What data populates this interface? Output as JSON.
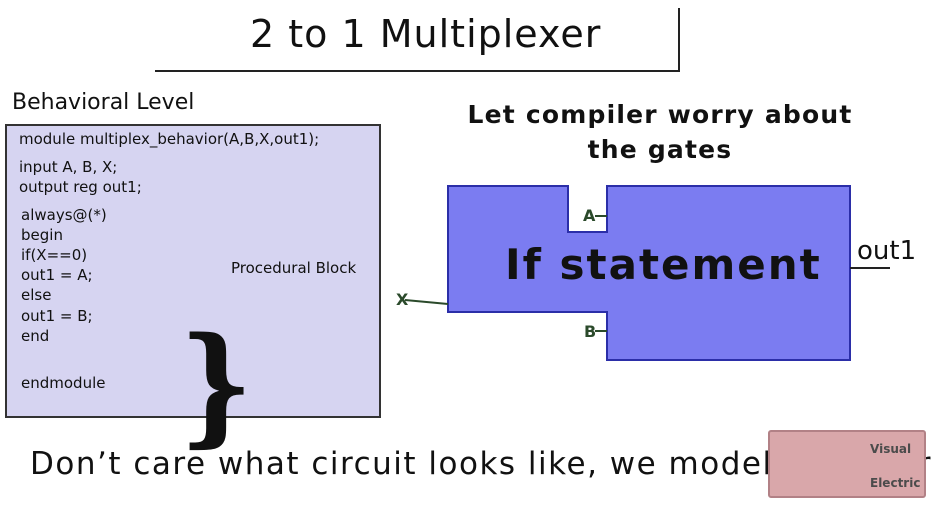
{
  "title": "2 to 1 Multiplexer",
  "left_panel": {
    "label": "Behavioral Level",
    "code": [
      "module multiplex_behavior(A,B,X,out1);",
      "input A, B, X;",
      "output reg out1;",
      "always@(*)",
      "begin",
      "if(X==0)",
      "out1 = A;",
      "else",
      "out1 = B;",
      "end",
      "endmodule"
    ],
    "brace_label": "Procedural Block"
  },
  "right_panel": {
    "heading_line1": "Let compiler worry about",
    "heading_line2": "the gates",
    "block_label": "If statement",
    "pin_a": "A",
    "pin_b": "B",
    "pin_x": "X",
    "output": "out1",
    "block_color": "#7b7cf1"
  },
  "caption": "Don’t care what circuit looks like, we model behavior",
  "logo": {
    "line1": "Visual",
    "line2": "Electric",
    "color": "#d9a7aa"
  }
}
